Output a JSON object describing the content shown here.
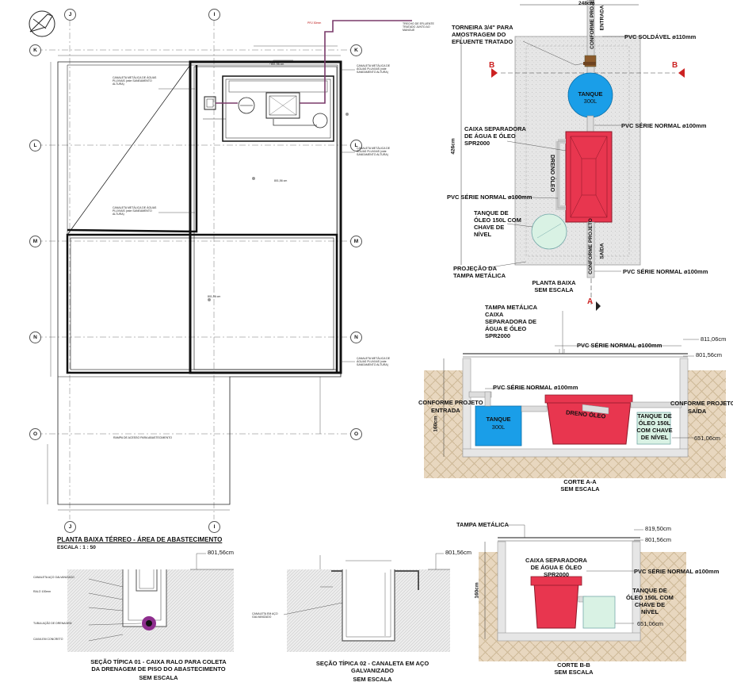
{
  "colors": {
    "tank_blue": "#1a9ee8",
    "separator_red": "#e8364f",
    "oil_tank_green": "#d9f2e4",
    "soil_tan": "#e8d7bf",
    "concrete": "#e6e6e6"
  },
  "icons": [
    "north-arrow-icon"
  ],
  "plan": {
    "grid_cols": [
      "J",
      "I"
    ],
    "grid_rows": [
      "K",
      "L",
      "M",
      "N",
      "O"
    ],
    "title": "PLANTA BAIXA TÉRREO - ÁREA DE ABASTECIMENTO",
    "scale": "ESCALA : 1 : 50",
    "level_top": "801,56 cm",
    "level_mid": "801,56 cm",
    "level_low": "801,56 cm",
    "ramp_label": "RAMPA DE ACESSO PARA ABASTECIMENTO",
    "canaleta_text": "CANALETA METÁLICA DE ÁGUAS PLUVIAIS (vide SANEAMENTO ALTURA)",
    "pipe_note_1": "PRJ 30mm",
    "pipe_note_2": "TRECHO DE EFLUENTE TRATADO JUNTO AO MANGUE"
  },
  "top_plan": {
    "width_dim": "248cm",
    "height_dim": "426cm",
    "torneira": "TORNEIRA 3/4\" PARA AMOSTRAGEM DO EFLUENTE TRATADO",
    "conforme_top": "CONFORME PROJETO",
    "entrada": "ENTRADA",
    "pvc_soldavel": "PVC SOLDÁVEL ø110mm",
    "section_b": "B",
    "section_a": "A",
    "tank_name": "TANQUE",
    "tank_cap": "300L",
    "pvc_normal_1": "PVC SÉRIE NORMAL ø100mm",
    "caixa_sep": "CAIXA SEPARADORA DE ÁGUA E ÓLEO SPR2000",
    "dreno": "DRENO ÓLEO",
    "pvc_normal_2": "PVC SÉRIE NORMAL ø100mm",
    "oil_tank": "TANQUE DE ÓLEO 150L COM CHAVE DE NÍVEL",
    "conforme_bottom": "CONFORME PROJETO",
    "saida": "SAÍDA",
    "projecao": "PROJEÇÃO DA TAMPA METÁLICA",
    "pvc_normal_3": "PVC SÉRIE NORMAL ø100mm",
    "caption": "PLANTA BAIXA",
    "caption_scale": "SEM ESCALA"
  },
  "corte_a": {
    "tampa": "TAMPA METÁLICA",
    "caixa_sep": "CAIXA SEPARADORA DE ÁGUA E ÓLEO SPR2000",
    "pvc_top": "PVC SÉRIE NORMAL ø100mm",
    "level_1": "811,06cm",
    "level_2": "801,56cm",
    "pvc_mid": "PVC SÉRIE NORMAL ø100mm",
    "conforme_left": "CONFORME PROJETO",
    "entrada": "ENTRADA",
    "conforme_right": "CONFORME PROJETO",
    "saida": "SAÍDA",
    "height_dim": "160cm",
    "tank_name": "TANQUE",
    "tank_cap": "300L",
    "dreno": "DRENO ÓLEO",
    "oil_tank": "TANQUE DE ÓLEO 150L COM CHAVE DE NÍVEL",
    "level_3": "651,06cm",
    "caption": "CORTE A-A",
    "caption_scale": "SEM ESCALA"
  },
  "secao_1": {
    "level": "801,56cm",
    "caption": "SEÇÃO TÍPICA 01 - CAIXA RALO PARA COLETA DA DRENAGEM DE PISO DO ABASTECIMENTO",
    "caption_scale": "SEM ESCALA",
    "note_1": "CANALETA AÇO GALVANIZADO",
    "note_2": "RALO 100mm",
    "note_3": "TUBULAÇÃO DE DRENAGEM",
    "note_4": "CAIXA EM CONCRETO"
  },
  "secao_2": {
    "level": "801,56cm",
    "caption": "SEÇÃO TÍPICA 02 - CANALETA EM AÇO GALVANIZADO",
    "caption_scale": "SEM ESCALA",
    "note_1": "CANALETA EM AÇO GALVANIZADO"
  },
  "corte_b": {
    "tampa": "TAMPA METÁLICA",
    "level_1": "819,50cm",
    "level_2": "801,56cm",
    "caixa_sep": "CAIXA SEPARADORA DE ÁGUA E ÓLEO SPR2000",
    "pvc": "PVC SÉRIE NORMAL ø100mm",
    "height_dim": "160cm",
    "oil_tank": "TANQUE DE ÓLEO 150L COM CHAVE DE NÍVEL",
    "level_3": "651,06cm",
    "caption": "CORTE B-B",
    "caption_scale": "SEM ESCALA"
  }
}
